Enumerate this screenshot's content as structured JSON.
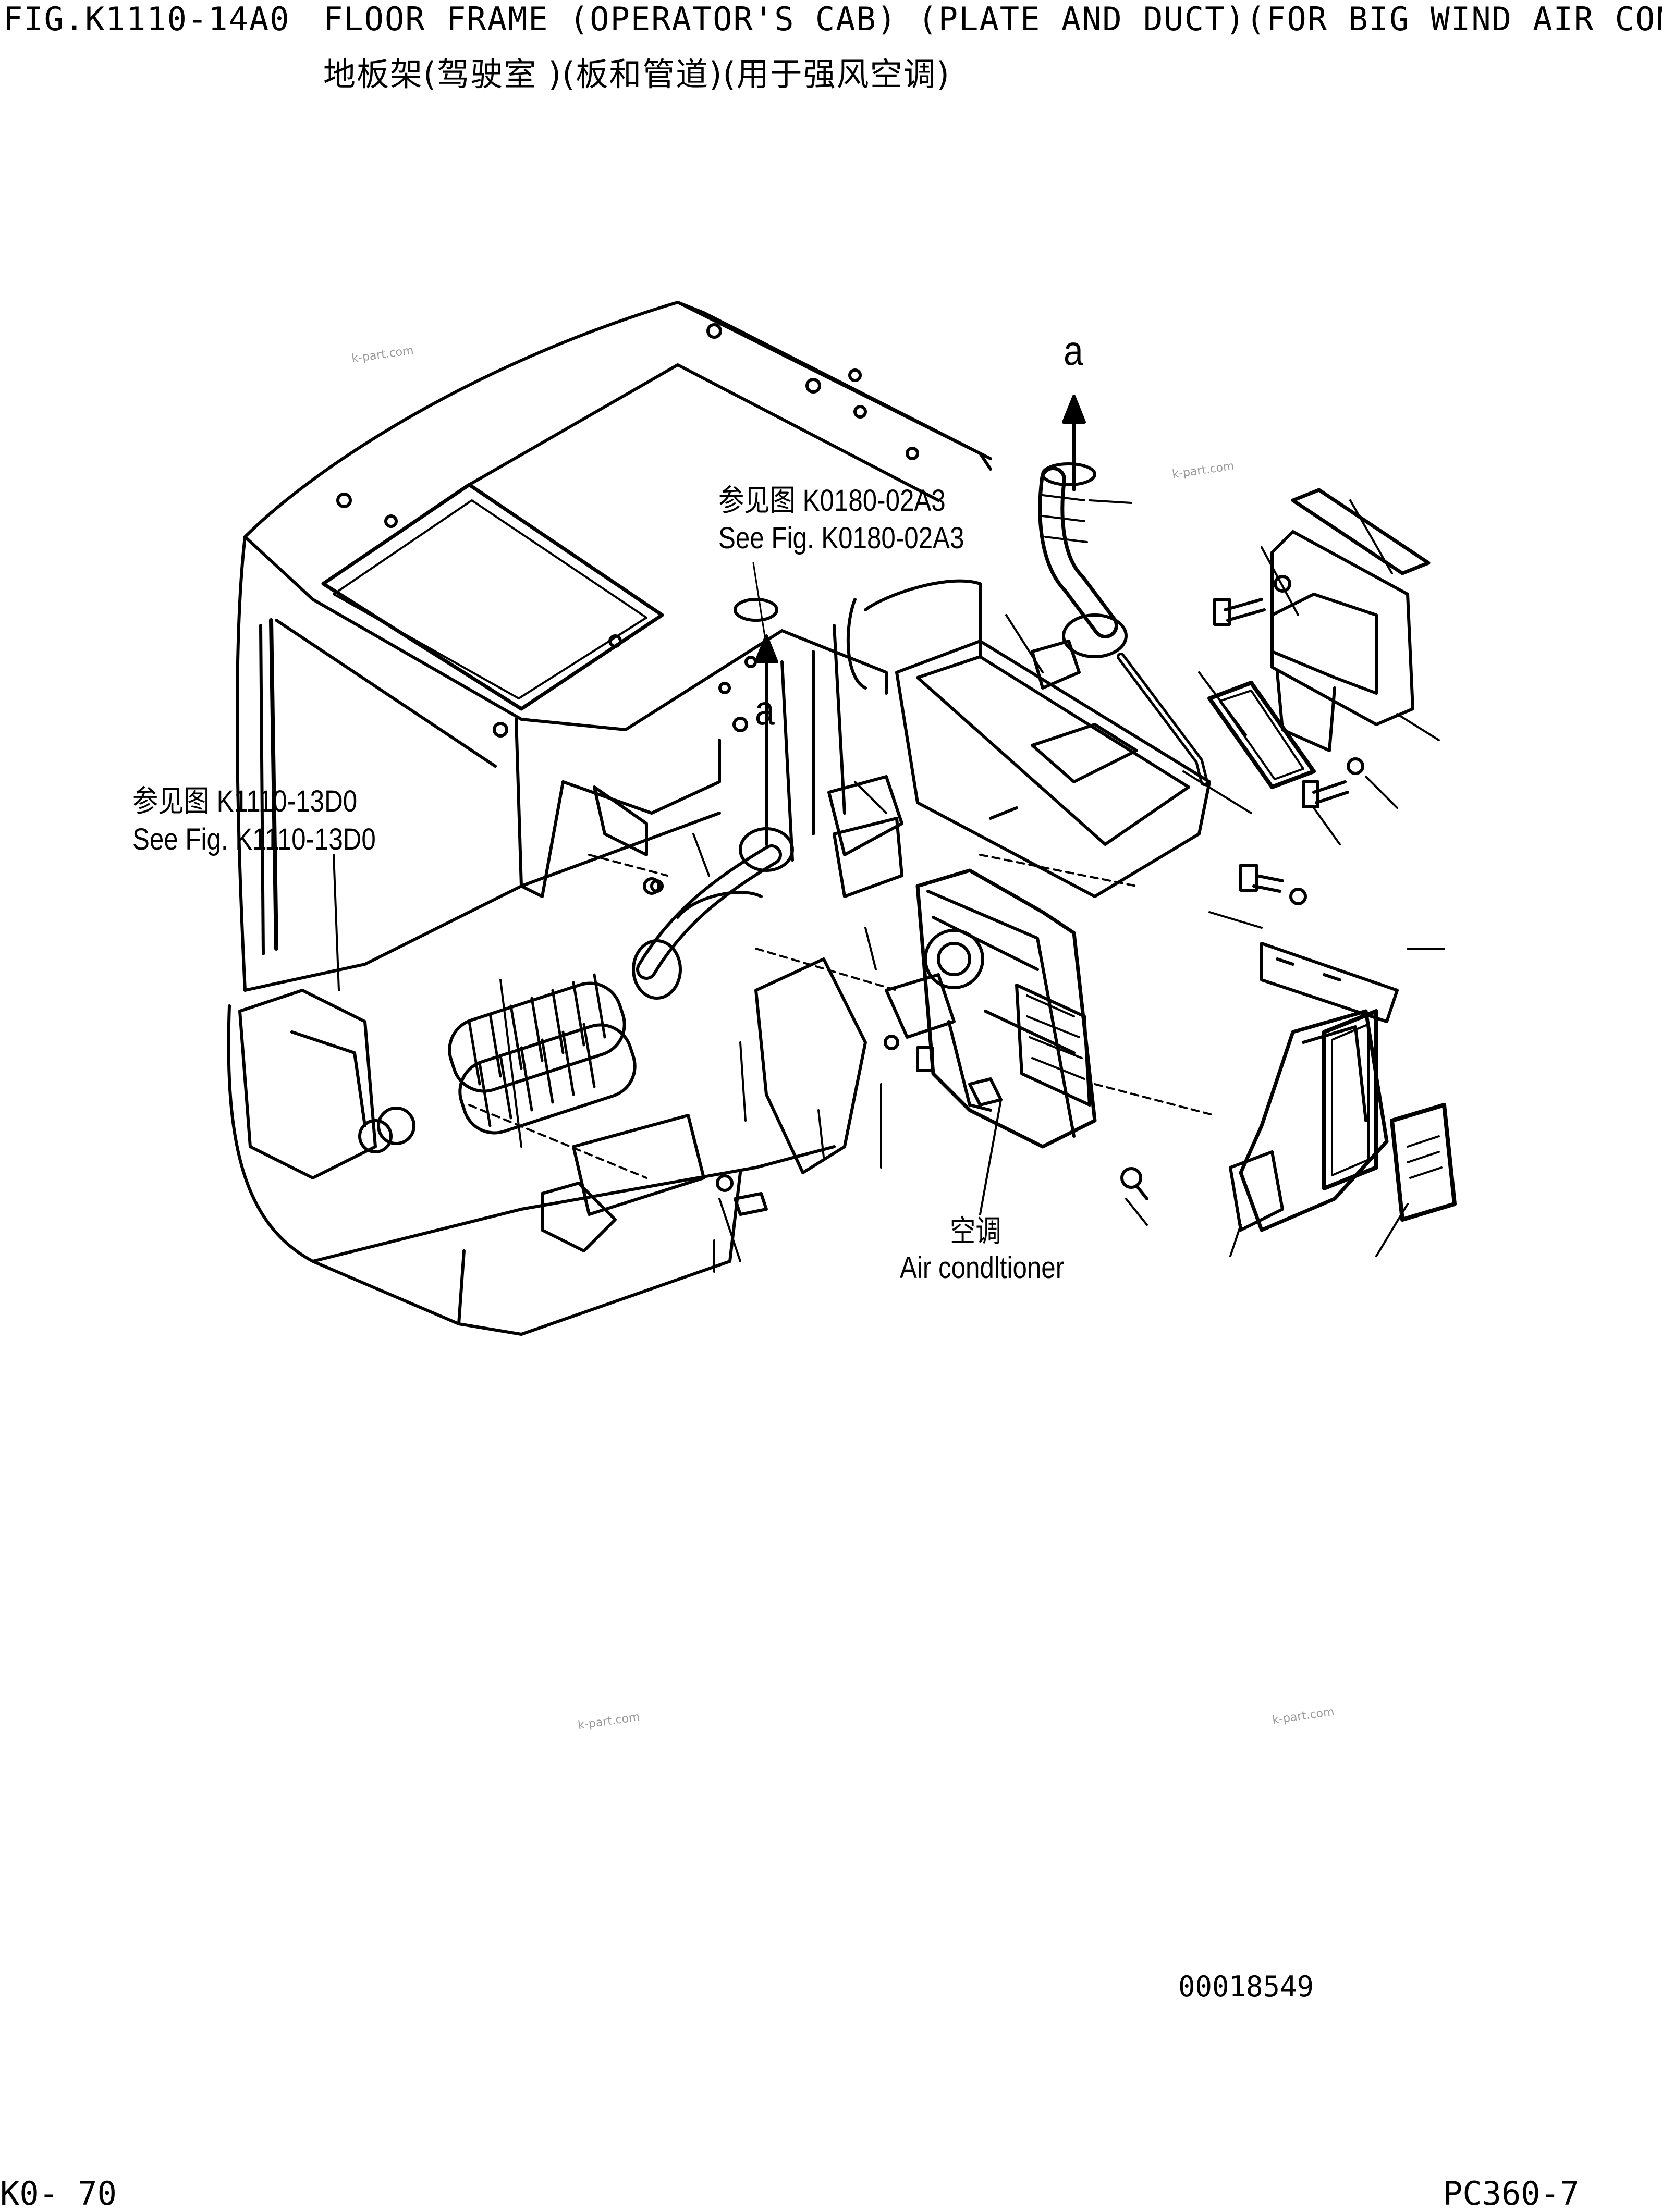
{
  "header": {
    "figure_id": "FIG.K1110-14A0",
    "title_en": "FLOOR FRAME (OPERATOR'S CAB) (PLATE AND DUCT)(FOR BIG WIND AIR CONDITIONER)",
    "title_zh": "地板架(驾驶室 )(板和管道)(用于强风空调)"
  },
  "callouts": {
    "ref_top_zh": "参见图 K0180-02A3",
    "ref_top_en": "See Fig. K0180-02A3",
    "ref_left_zh": "参见图 K1110-13D0",
    "ref_left_en": "See Fig. K1110-13D0",
    "ac_zh": "空调",
    "ac_en": "Air condltioner",
    "arrow_label_top": "a",
    "arrow_label_mid": "a"
  },
  "watermarks": [
    "k-part.com",
    "k-part.com",
    "k-part.com",
    "k-part.com"
  ],
  "drawing_number": "00018549",
  "footer": {
    "page": "K0- 70",
    "model": "PC360-7"
  }
}
